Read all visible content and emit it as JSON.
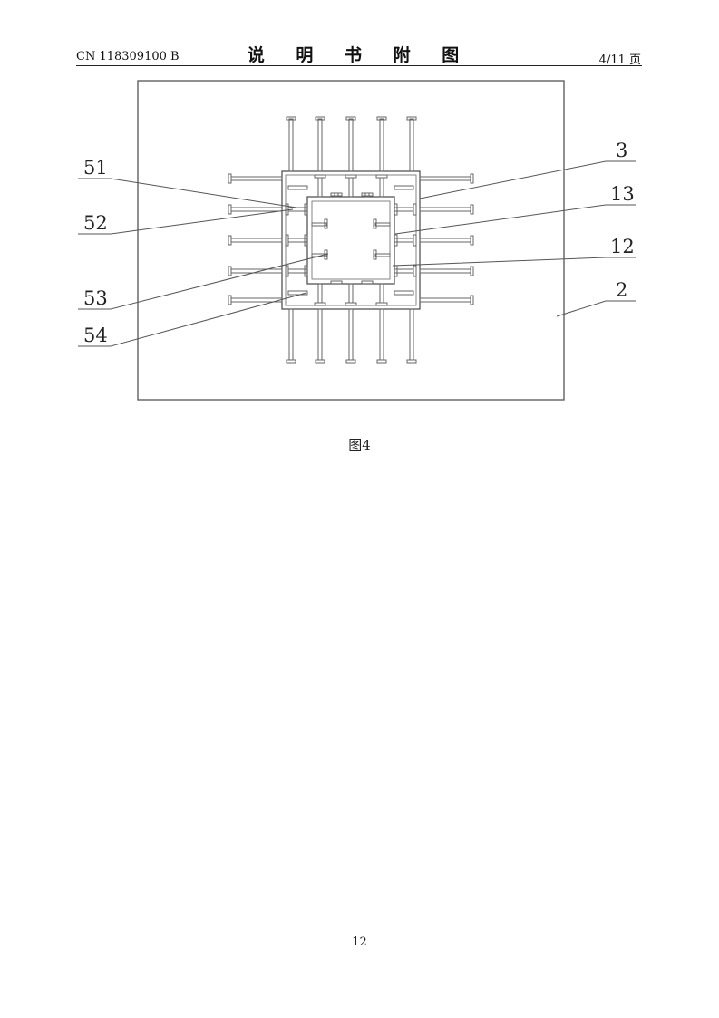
{
  "header": {
    "patent_number": "CN 118309100 B",
    "title": "说 明 书 附 图",
    "page_indicator": "4/11 页"
  },
  "figure": {
    "caption": "图4",
    "labels": {
      "l51": "51",
      "l52": "52",
      "l53": "53",
      "l54": "54",
      "l3": "3",
      "l13": "13",
      "l12": "12",
      "l2": "2"
    }
  },
  "footer": {
    "page_number": "12"
  }
}
